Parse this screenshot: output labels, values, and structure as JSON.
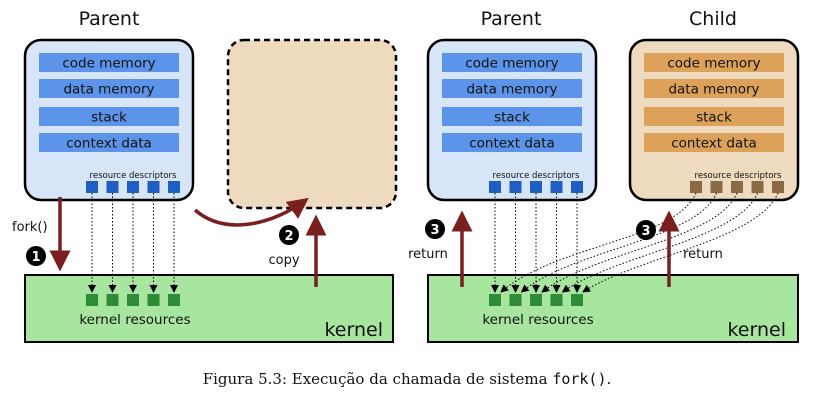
{
  "colors": {
    "parent_box": "#d7e5f8",
    "copy_box": "#eedbbf",
    "child_box": "#eedbbf",
    "blue_bar": "#5b94e8",
    "orange_bar": "#dca25a",
    "blue_square": "#1f5fc4",
    "brown_square": "#8a6a44",
    "kernel_fill": "#a8e6a0",
    "green_square": "#2e8b38",
    "arrow": "#7a1f1f",
    "badge": "#000000"
  },
  "left": {
    "parent_title": "Parent",
    "memory_rows": [
      "code memory",
      "data memory",
      "stack",
      "context data"
    ],
    "resource_descriptors_label": "resource descriptors",
    "kernel_label": "kernel",
    "kernel_resources_label": "kernel resources",
    "fork_label": "fork()",
    "step1": "1",
    "step2": "2",
    "copy_label": "copy"
  },
  "right": {
    "parent_title": "Parent",
    "child_title": "Child",
    "parent_memory_rows": [
      "code memory",
      "data memory",
      "stack",
      "context data"
    ],
    "child_memory_rows": [
      "code memory",
      "data memory",
      "stack",
      "context data"
    ],
    "parent_descriptors_label": "resource descriptors",
    "child_descriptors_label": "resource descriptors",
    "kernel_label": "kernel",
    "kernel_resources_label": "kernel resources",
    "return_parent_label": "return",
    "return_child_label": "return",
    "step3_parent": "3",
    "step3_child": "3"
  },
  "caption": {
    "prefix": "Figura 5.3: Execução da chamada de sistema ",
    "code": "fork()",
    "suffix": "."
  }
}
